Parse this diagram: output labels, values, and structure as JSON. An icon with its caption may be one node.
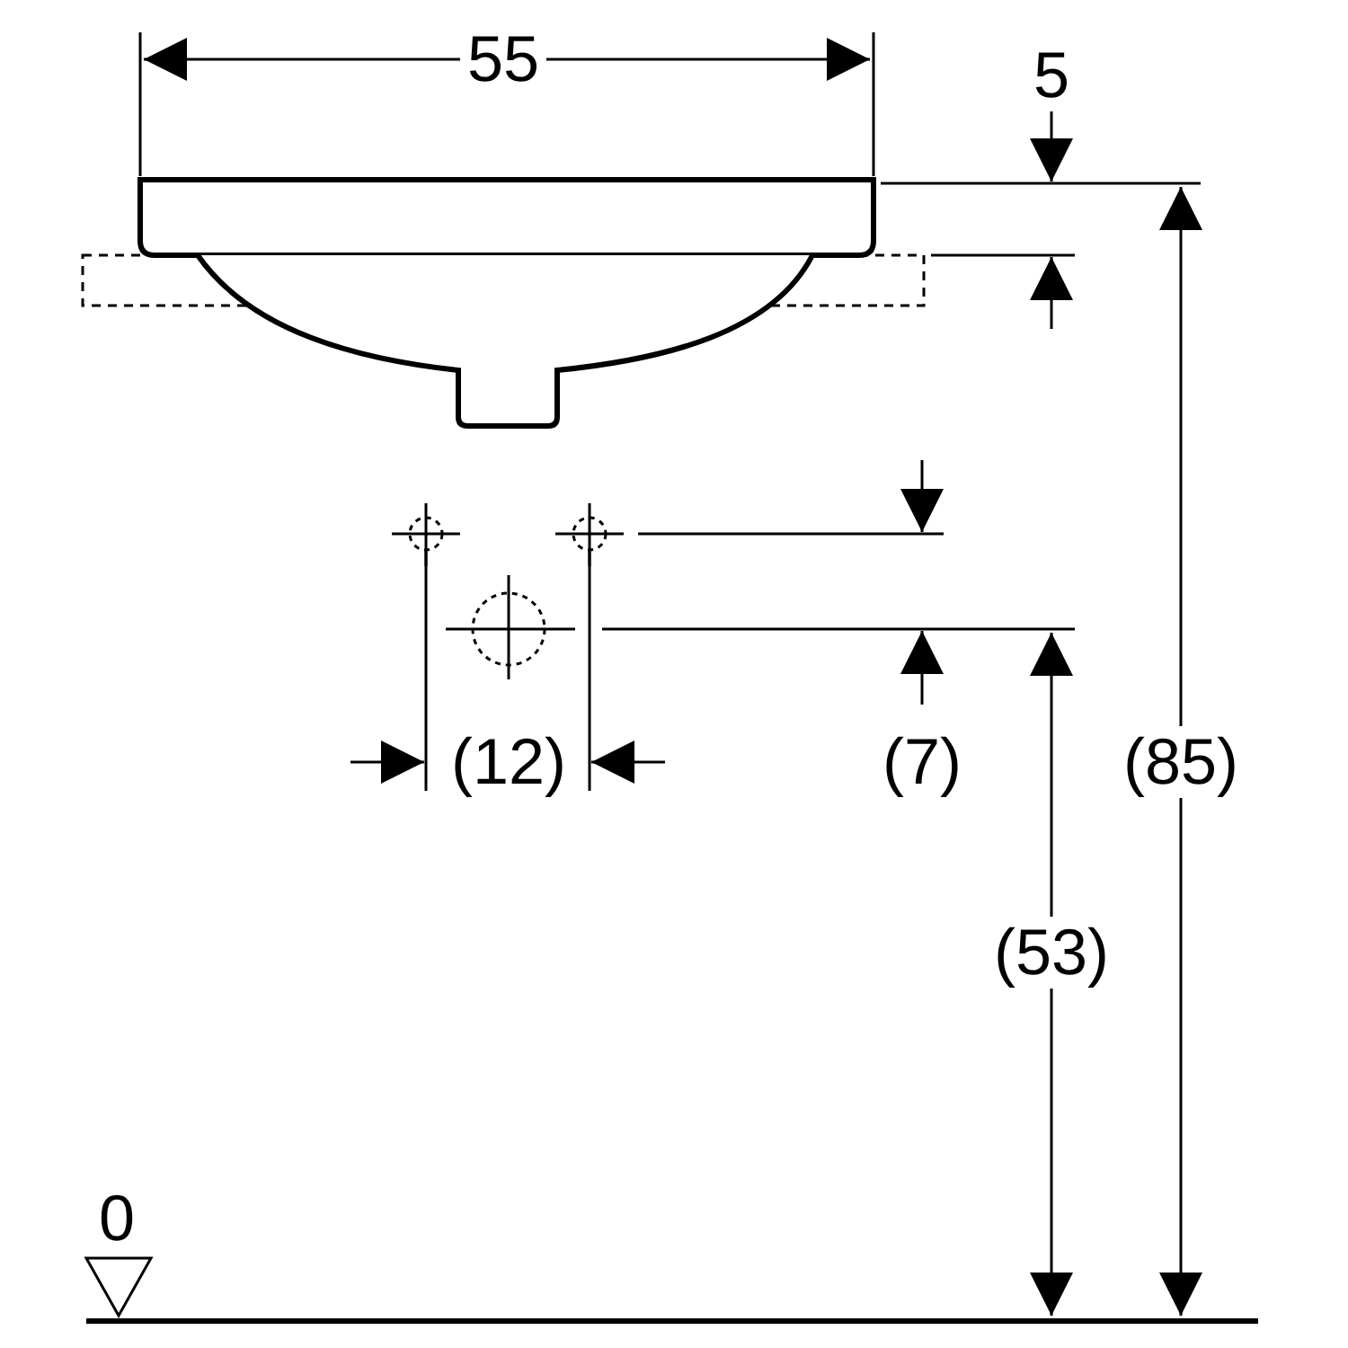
{
  "diagram": {
    "labels": [
      "55",
      "5",
      "(12)",
      "(7)",
      "(85)",
      "(53)",
      "0"
    ]
  }
}
